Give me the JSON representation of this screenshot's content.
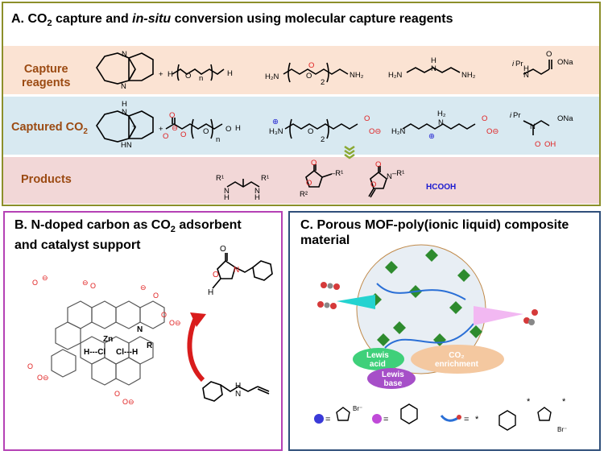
{
  "panelA": {
    "title_prefix": "A. CO",
    "title_sub": "2",
    "title_mid": " capture and ",
    "title_italic": "in-situ",
    "title_suffix": " conversion using molecular capture reagents",
    "row1_label_line1": "Capture",
    "row1_label_line2": "reagents",
    "row2_label": "Captured CO",
    "row2_label_sub": "2",
    "row3_label": "Products",
    "hcooh": "HCOOH"
  },
  "panelB": {
    "title_line1_prefix": "B. N-doped carbon as CO",
    "title_line1_sub": "2",
    "title_line1_suffix": " adsorbent",
    "title_line2": "and catalyst support"
  },
  "panelC": {
    "title_line1": "C. Porous MOF-poly(ionic liquid) composite",
    "title_line2": "material",
    "cloud_lewis_acid_1": "Lewis",
    "cloud_lewis_acid_2": "acid",
    "cloud_co2_1": "CO₂",
    "cloud_co2_2": "enrichment",
    "cloud_lewis_base_1": "Lewis",
    "cloud_lewis_base_2": "base"
  },
  "colors": {
    "panelA_border": "#8c8f2a",
    "panelB_border": "#b541b5",
    "panelC_border": "#2f4f7a",
    "row1_bg": "#fbe3d3",
    "row2_bg": "#d8e9f1",
    "row3_bg": "#f2d7d7",
    "title_row_bg": "#ffffff",
    "label_brown": "#9b4a12",
    "red": "#e02020",
    "blue": "#1a1ad0",
    "green_chevron": "#8aa832"
  }
}
